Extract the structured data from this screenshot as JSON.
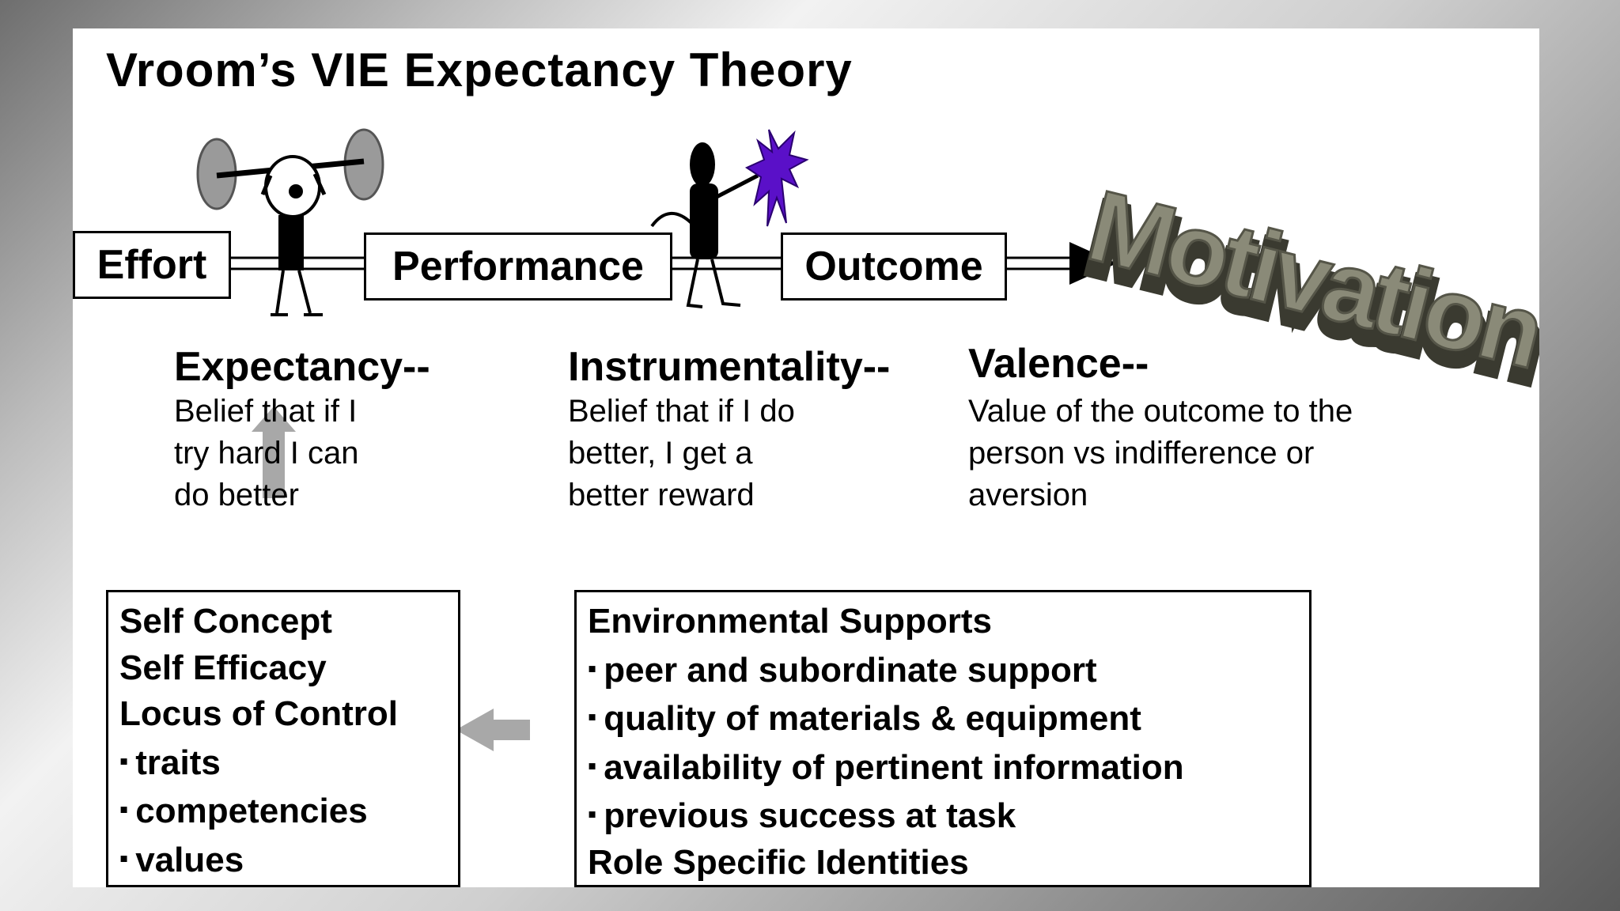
{
  "title": "Vroom’s VIE Expectancy Theory",
  "flow": {
    "effort": "Effort",
    "performance": "Performance",
    "outcome": "Outcome",
    "motivation_art": "Motivation"
  },
  "concepts": {
    "expectancy": {
      "heading": "Expectancy--",
      "text": "Belief that if I\ntry hard I can\ndo better"
    },
    "instrumentality": {
      "heading": "Instrumentality--",
      "text": "Belief that if I do\nbetter, I get a\nbetter reward"
    },
    "valence": {
      "heading": "Valence--",
      "text": "Value of the outcome to the\nperson vs indifference or\naversion"
    }
  },
  "self_box": {
    "lines": [
      "Self Concept",
      "Self Efficacy",
      "Locus of Control"
    ],
    "bullets": [
      "traits",
      "competencies",
      "values"
    ]
  },
  "env_box": {
    "heading": "Environmental Supports",
    "bullets": [
      "peer and subordinate support",
      "quality of materials & equipment",
      "availability of pertinent information",
      "previous success at task"
    ],
    "footer": "Role Specific Identities"
  },
  "colors": {
    "background_gray": "#9a9a9a",
    "figure_purple": "#5a10c8",
    "motivation_metal": "#7a7a6a",
    "arrow_gray": "#a8a8a8"
  },
  "icons": [
    "weightlifter-icon",
    "devil-figure-icon",
    "purple-figure-icon"
  ]
}
